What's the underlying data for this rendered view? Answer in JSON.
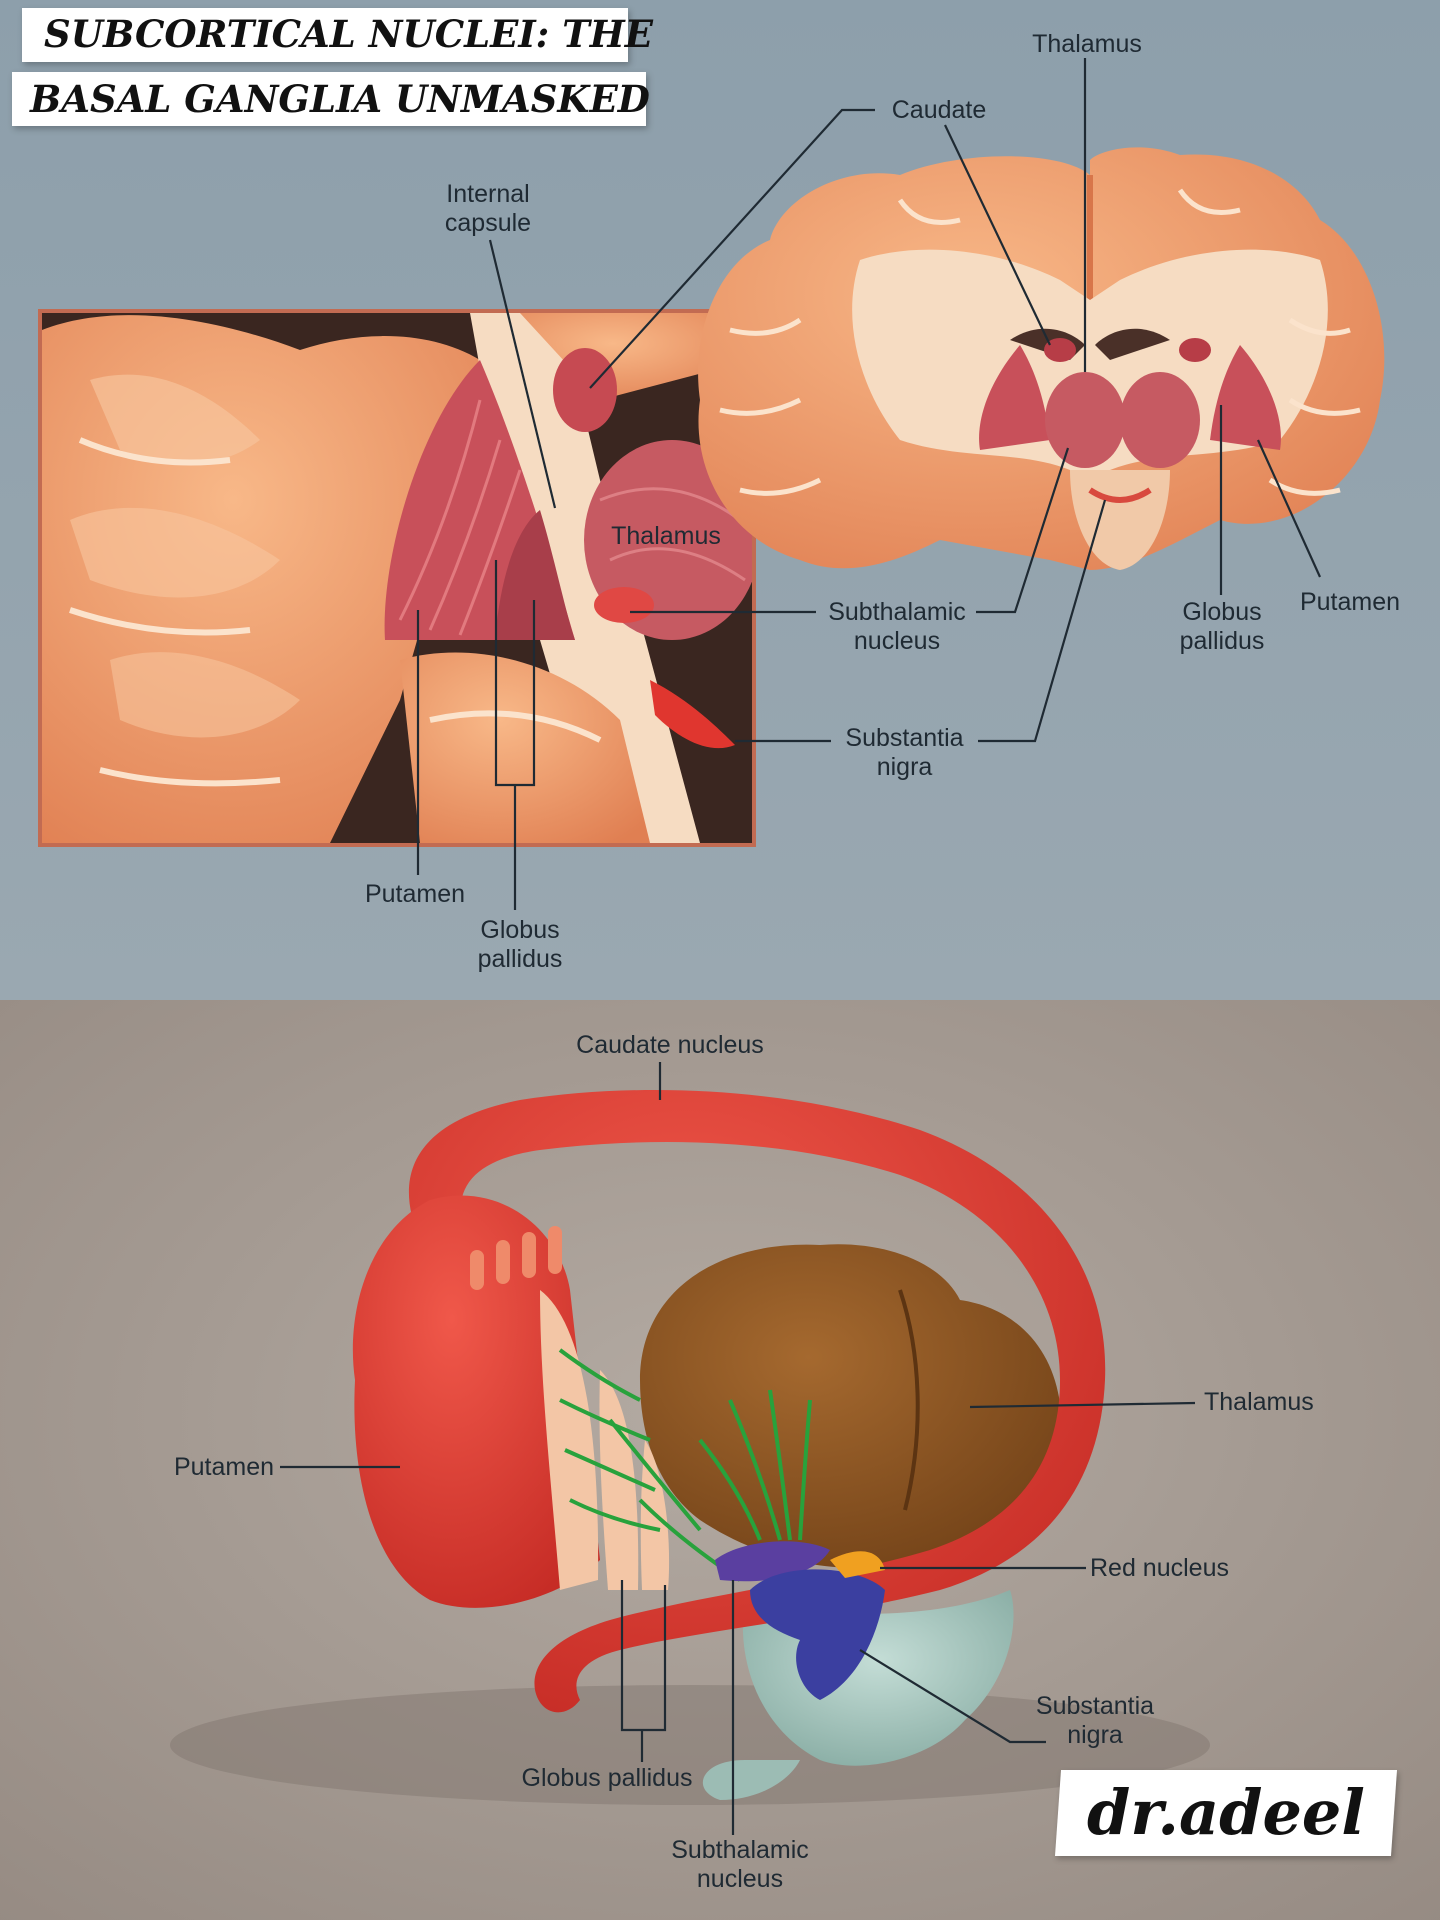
{
  "title": {
    "line1": "SUBCORTICAL NUCLEI: THE",
    "line2": "BASAL GANGLIA UNMASKED"
  },
  "top_panel": {
    "labels": {
      "internal_capsule": [
        "Internal",
        "capsule"
      ],
      "caudate": "Caudate",
      "thalamus_inset": "Thalamus",
      "thalamus_coronal": "Thalamus",
      "subthalamic_nucleus": [
        "Subthalamic",
        "nucleus"
      ],
      "substantia_nigra": [
        "Substantia",
        "nigra"
      ],
      "putamen_inset": "Putamen",
      "globus_pallidus_inset": [
        "Globus",
        "pallidus"
      ],
      "globus_pallidus_coronal": [
        "Globus",
        "pallidus"
      ],
      "putamen_coronal": "Putamen"
    }
  },
  "bottom_panel": {
    "labels": {
      "caudate_nucleus": "Caudate nucleus",
      "thalamus": "Thalamus",
      "putamen": "Putamen",
      "red_nucleus": "Red nucleus",
      "substantia_nigra": [
        "Substantia",
        "nigra"
      ],
      "globus_pallidus": "Globus pallidus",
      "subthalamic_nucleus": [
        "Subthalamic",
        "nucleus"
      ]
    }
  },
  "watermark": "dr.adeel",
  "colors": {
    "top_background": "#8d9fab",
    "bottom_background": "#a89e96",
    "cortex": "#ef9a6c",
    "white_matter": "#f6dcc2",
    "striatum": "#c8505a",
    "caudate_model": "#dc3a32",
    "thalamus_model": "#8a5424",
    "red_nucleus": "#f0a020",
    "substantia_nigra_model": "#3b3fa0",
    "brainstem_model": "#9cbcb4"
  }
}
